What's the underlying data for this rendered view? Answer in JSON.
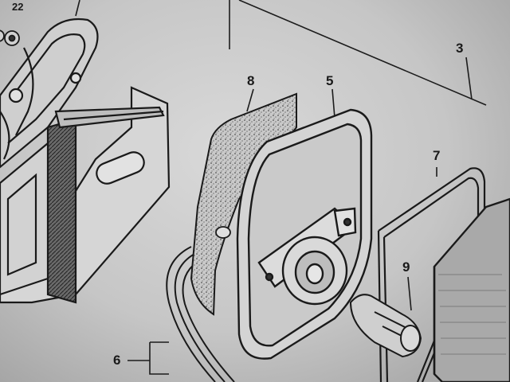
{
  "callouts": {
    "c22": "22",
    "c3": "3",
    "c5": "5",
    "c6": "6",
    "c7": "7",
    "c8": "8",
    "c9": "9"
  }
}
